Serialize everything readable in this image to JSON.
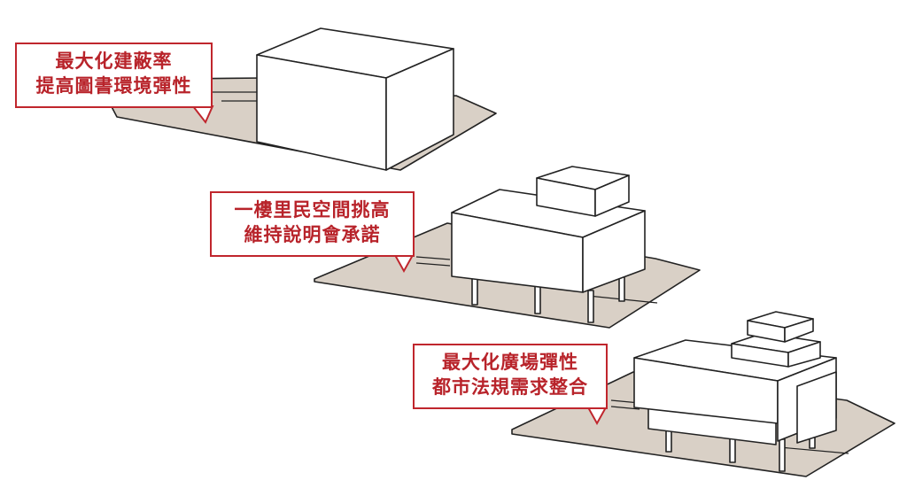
{
  "scenes": [
    {
      "name": "scene-1",
      "callout": {
        "line1": "最大化建蔽率",
        "line2": "提高圖書環境彈性"
      }
    },
    {
      "name": "scene-2",
      "callout": {
        "line1": "一樓里民空間挑高",
        "line2": "維持說明會承諾"
      }
    },
    {
      "name": "scene-3",
      "callout": {
        "line1": "最大化廣場彈性",
        "line2": "都市法規需求整合"
      }
    }
  ],
  "colors": {
    "site_fill": "#d9d0c6",
    "outline": "#222222",
    "callout_border": "#c0262d",
    "callout_text": "#b8232a",
    "mass_fill": "#ffffff"
  }
}
